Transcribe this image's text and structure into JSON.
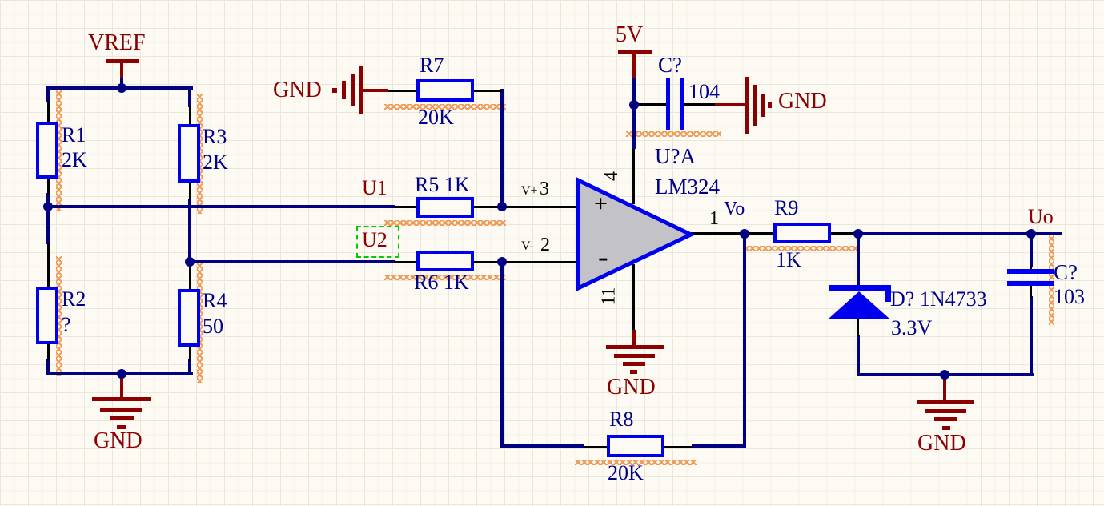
{
  "colors": {
    "wire": "#000080",
    "component_outline": "#0000EE",
    "opamp_fill": "#C3C3C7",
    "power": "#8B0000",
    "annotation_text": "#00008B",
    "pin_text": "#000000",
    "erc_squiggle": "#F09A55",
    "selection": "#00CC00",
    "background": "#FCFAF2"
  },
  "power_ports": {
    "vref": "VREF",
    "v5": "5V",
    "gnd": "GND"
  },
  "net_labels": {
    "u1": "U1",
    "u2": "U2",
    "vo": "Vo",
    "uo": "Uo"
  },
  "resistors": {
    "r1": {
      "designator": "R1",
      "value": "2K"
    },
    "r2": {
      "designator": "R2",
      "value": "?"
    },
    "r3": {
      "designator": "R3",
      "value": "2K"
    },
    "r4": {
      "designator": "R4",
      "value": "50"
    },
    "r5": {
      "label": "R5 1K"
    },
    "r6": {
      "label": "R6 1K"
    },
    "r7": {
      "designator": "R7",
      "value": "20K"
    },
    "r8": {
      "designator": "R8",
      "value": "20K"
    },
    "r9": {
      "designator": "R9",
      "value": "1K"
    }
  },
  "capacitors": {
    "c_bypass": {
      "designator": "C?",
      "value": "104"
    },
    "c_output": {
      "designator": "C?",
      "value": "103"
    }
  },
  "diode": {
    "label": "D? 1N4733",
    "voltage": "3.3V"
  },
  "opamp": {
    "designator": "U?A",
    "part": "LM324",
    "plus_sign": "+",
    "minus_sign": "-",
    "pin_numbers": {
      "output": "1",
      "inverting": "2",
      "noninverting": "3",
      "vcc": "4",
      "vee": "11"
    },
    "pin_names": {
      "vplus": "V+",
      "vminus": "V-"
    }
  }
}
